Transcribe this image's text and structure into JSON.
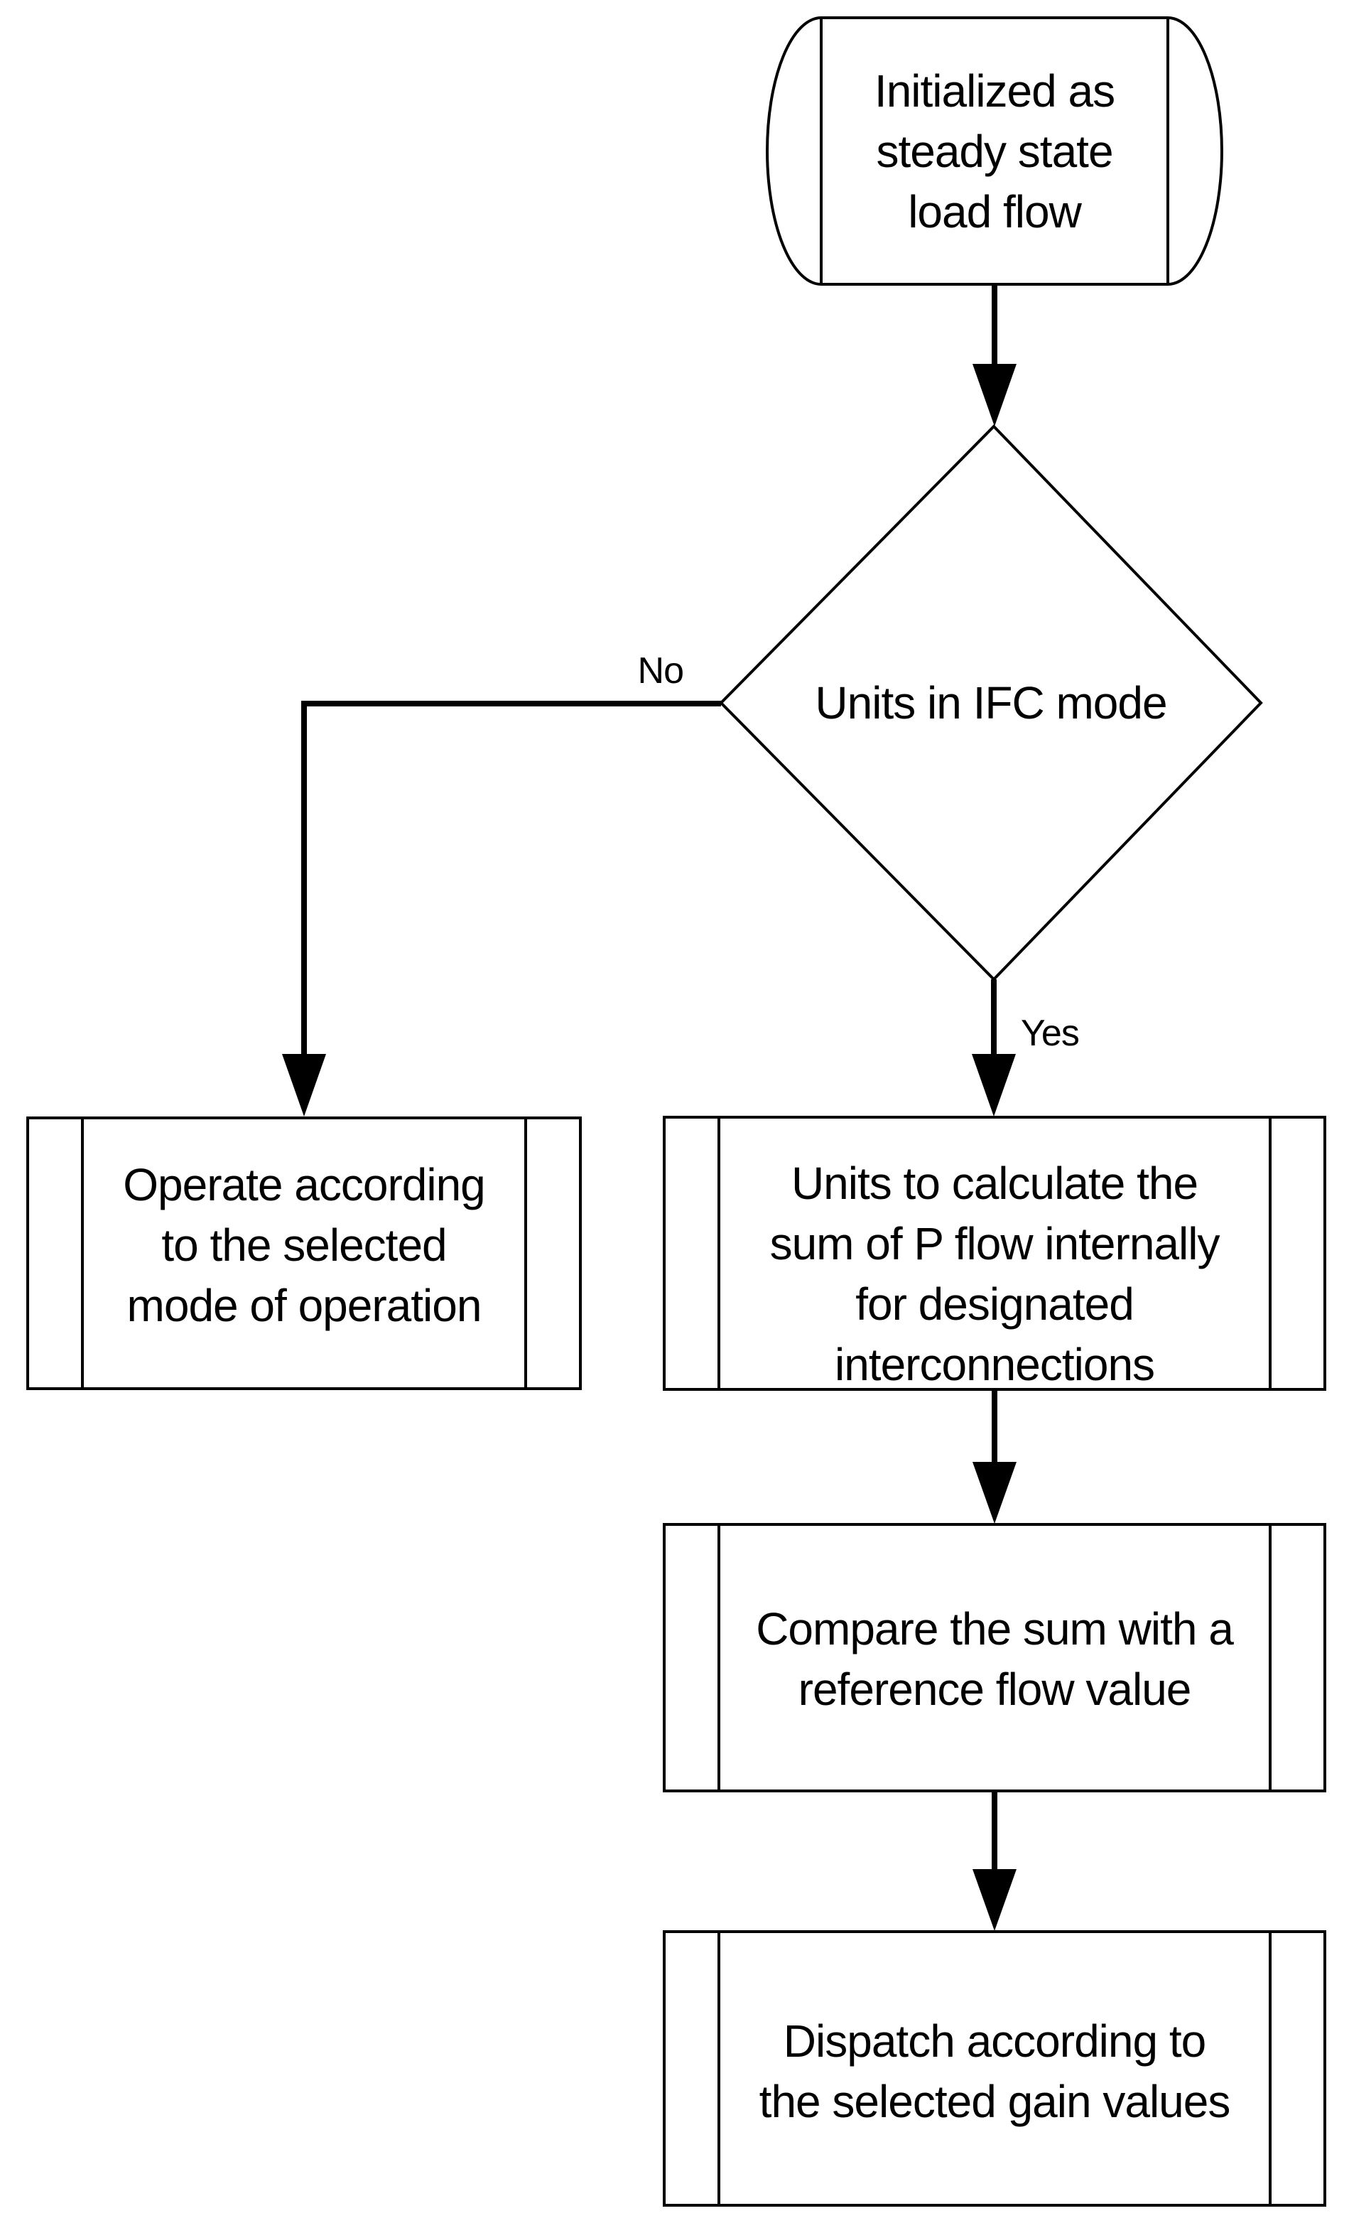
{
  "flowchart": {
    "colors": {
      "stroke": "#000000",
      "fill": "#ffffff",
      "text": "#000000"
    },
    "nodes": {
      "start": {
        "type": "stored-data-cylinder",
        "lines": [
          "Initialized as",
          "steady state",
          "load flow"
        ]
      },
      "decision": {
        "type": "decision-diamond",
        "label": "Units in IFC mode"
      },
      "operate": {
        "type": "predefined-process",
        "lines": [
          "Operate according",
          "to the selected",
          "mode of operation"
        ]
      },
      "calculate": {
        "type": "predefined-process",
        "lines": [
          "Units to calculate the",
          "sum of P flow internally",
          "for designated",
          "interconnections"
        ]
      },
      "compare": {
        "type": "predefined-process",
        "lines": [
          "Compare the sum with a",
          "reference flow value"
        ]
      },
      "dispatch": {
        "type": "predefined-process",
        "lines": [
          "Dispatch according to",
          "the selected gain values"
        ]
      }
    },
    "edges": {
      "no_label": "No",
      "yes_label": "Yes"
    }
  }
}
